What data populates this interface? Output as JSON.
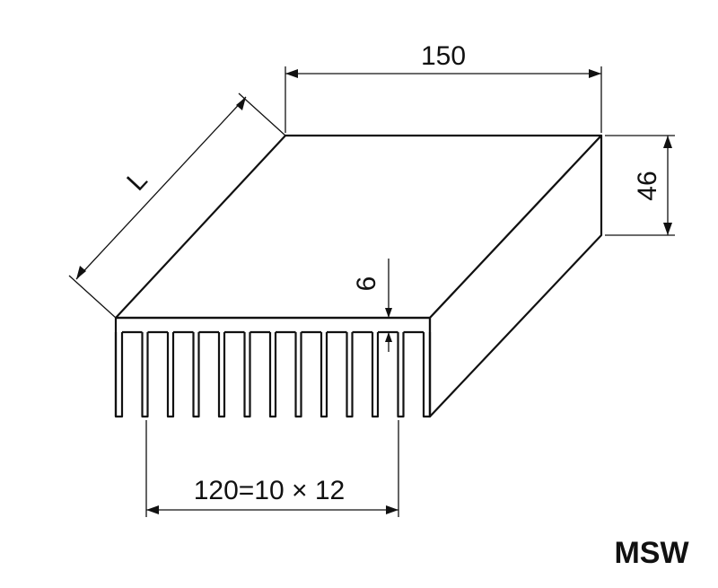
{
  "diagram": {
    "dimensions": {
      "length_label": "L",
      "width_label": "150",
      "height_label": "46",
      "base_thickness_label": "6",
      "fin_pitch_label": "120=10 × 12"
    },
    "brand": "MSW",
    "fin_count": 13
  }
}
